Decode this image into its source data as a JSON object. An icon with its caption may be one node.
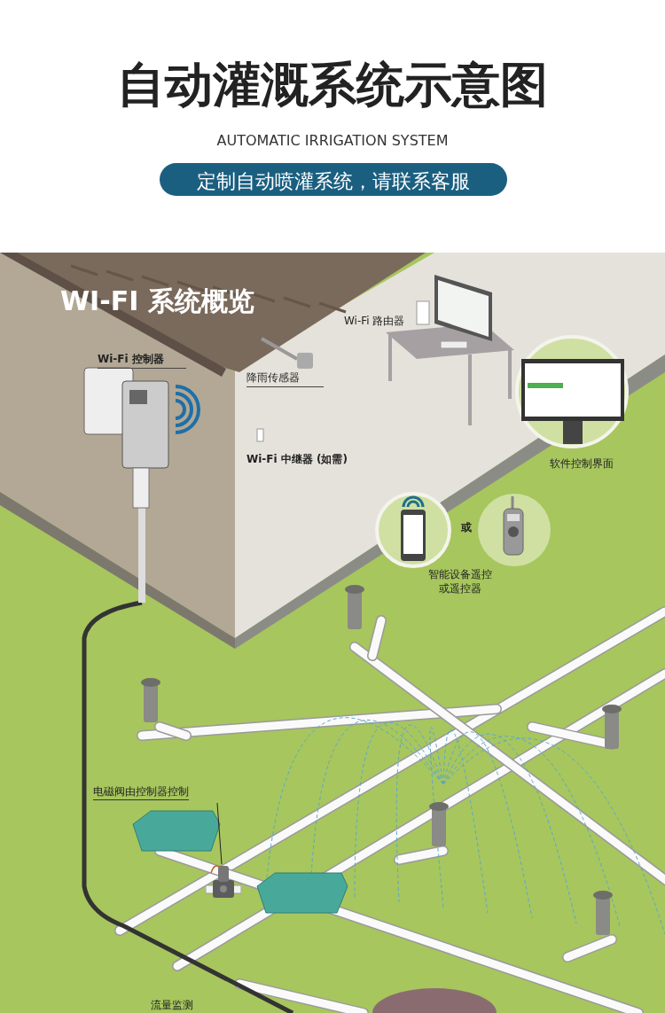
{
  "diagram": {
    "title": "自动灌溉系统示意图",
    "nodes": [
      {
        "text": [
          "电磁阀由控制器控制"
        ]
      },
      {
        "text": [],
        "shape": "picture"
      }
    ],
    "edges": [
      {
        "from": 0,
        "to": 1,
        "arrow": "none"
      }
    ],
    "labels": [
      "AUTOMATIC IRRIGATION SYSTEM",
      "定制自动喷灌系统，请联系客服",
      "WI-FI 系统概览",
      "Wi-Fi 控制器",
      "降雨传感器",
      "Wi-Fi 路由器",
      "Wi-Fi 中继器 (如需)",
      "软件控制界面",
      "或",
      "智能设备遥控或遥控器",
      "流量监测"
    ]
  }
}
